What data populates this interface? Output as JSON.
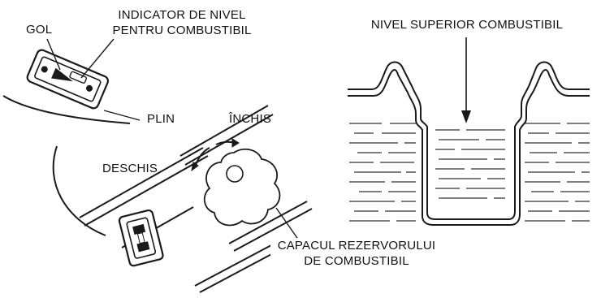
{
  "labels": {
    "gol": "GOL",
    "indicator_line1": "INDICATOR DE NIVEL",
    "indicator_line2": "PENTRU COMBUSTIBIL",
    "plin": "PLIN",
    "inchis": "ÎNCHIS",
    "deschis": "DESCHIS",
    "cap_line1": "CAPACUL REZERVORULUI",
    "cap_line2": "DE COMBUSTIBIL",
    "nivel_superior": "NIVEL SUPERIOR COMBUSTIBIL"
  },
  "colors": {
    "line": "#1a1a1a",
    "fuel_dash": "#333333",
    "text": "#111111"
  }
}
